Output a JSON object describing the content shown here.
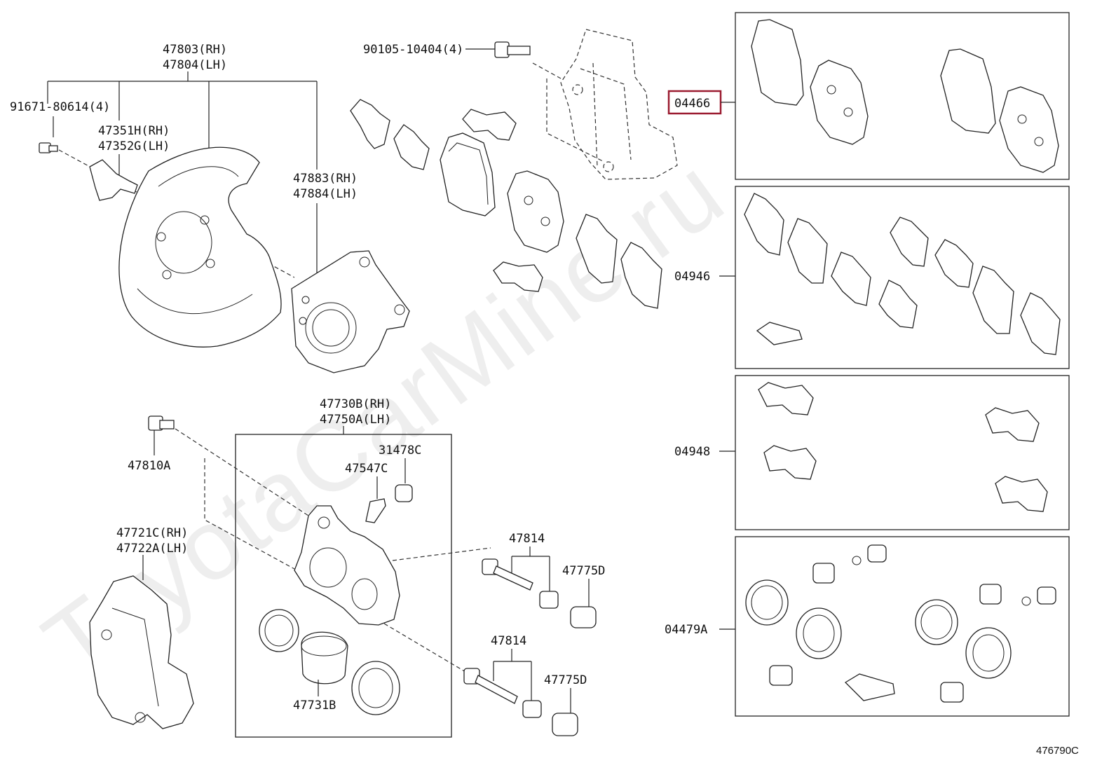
{
  "diagram_code": "476790C",
  "watermark": "ToyotaCarMine.ru",
  "highlight_color": "#9b1b30",
  "labels": {
    "p47803": "47803(RH)",
    "p47804": "47804(LH)",
    "p91671": "91671-80614(4)",
    "p47351": "47351H(RH)",
    "p47352": "47352G(LH)",
    "p47883": "47883(RH)",
    "p47884": "47884(LH)",
    "p90105": "90105-10404(4)",
    "p04466": "04466",
    "p04946": "04946",
    "p04948": "04948",
    "p04479A": "04479A",
    "p47730B": "47730B(RH)",
    "p47750A": "47750A(LH)",
    "p31478C": "31478C",
    "p47547C": "47547C",
    "p47810A": "47810A",
    "p47721C": "47721C(RH)",
    "p47722A": "47722A(LH)",
    "p47814a": "47814",
    "p47775Da": "47775D",
    "p47814b": "47814",
    "p47775Db": "47775D",
    "p47731B": "47731B"
  }
}
